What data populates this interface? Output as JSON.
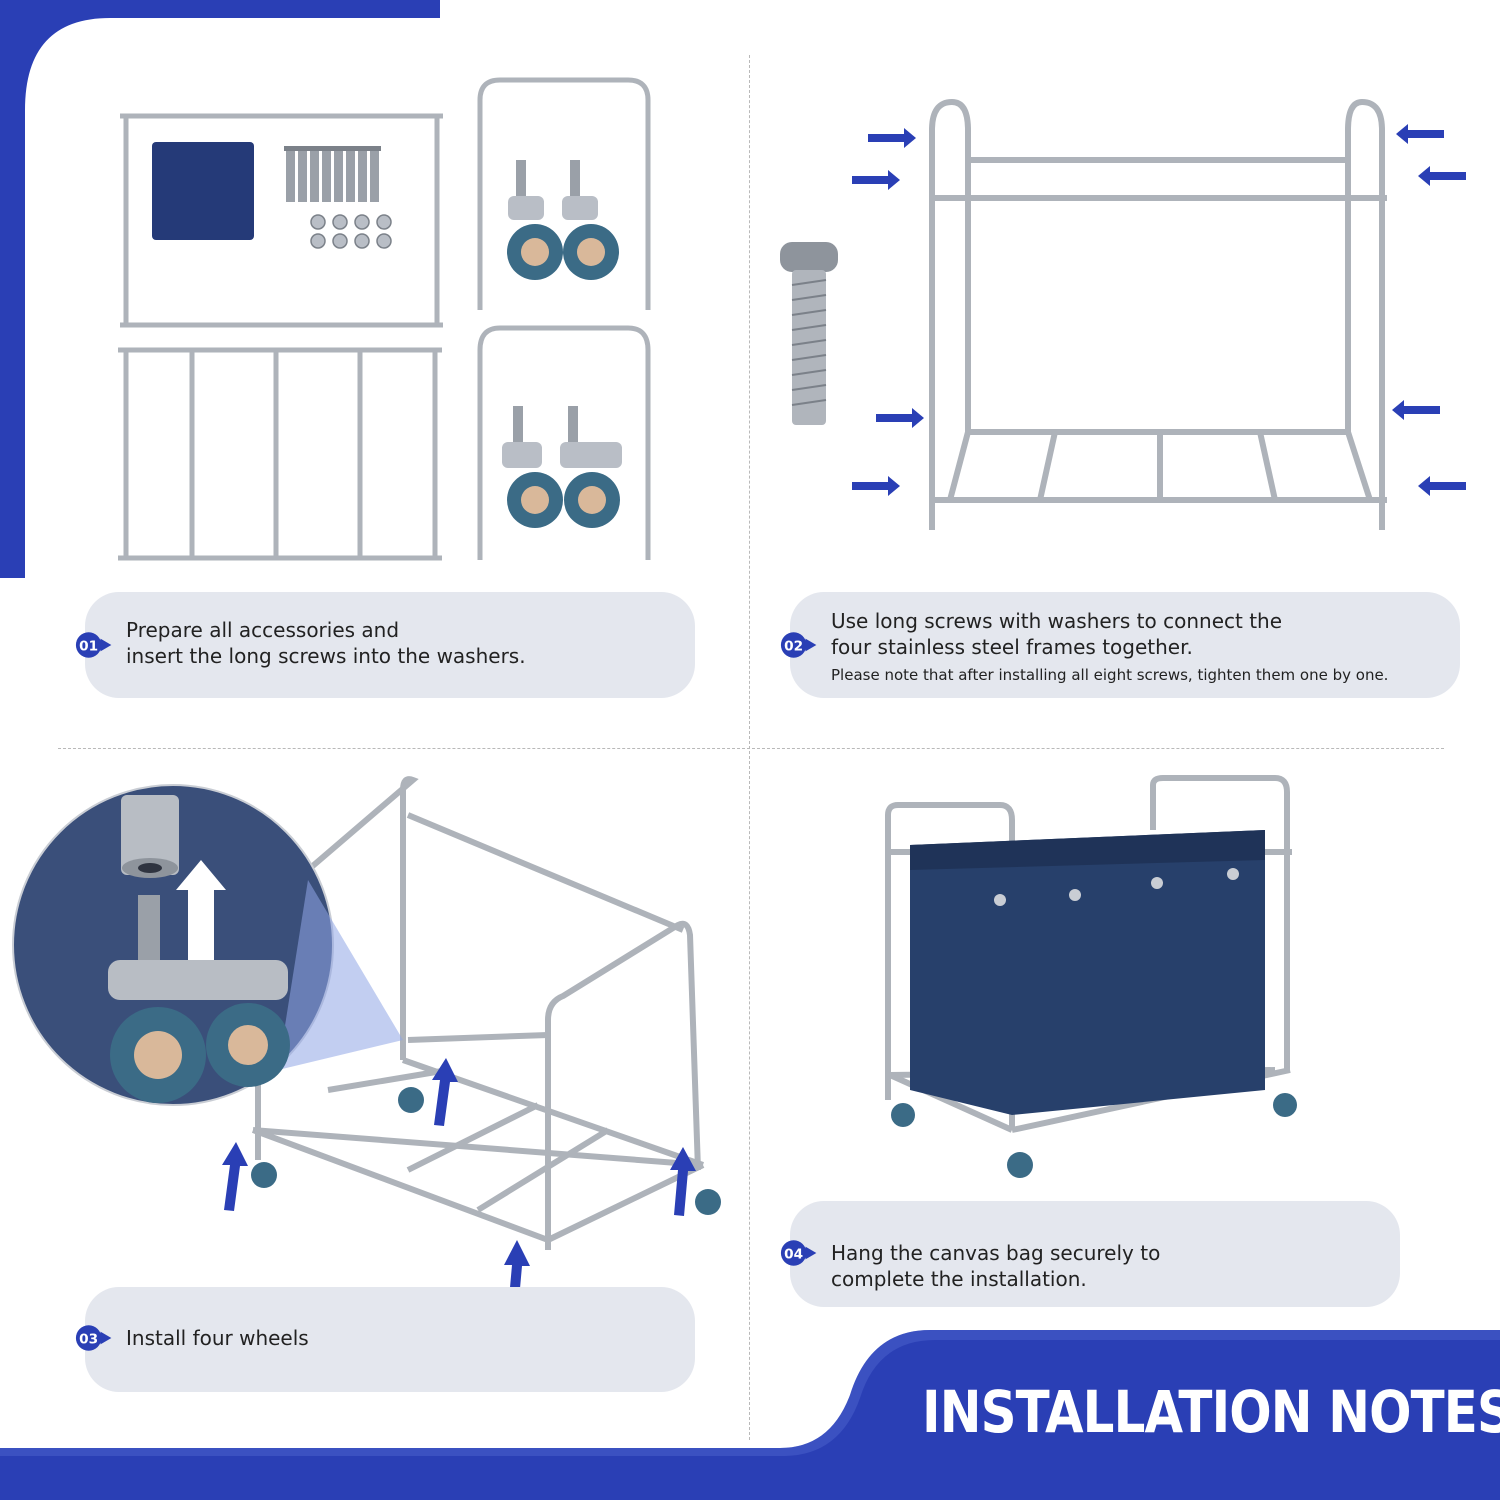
{
  "page": {
    "title": "INSTALLATION NOTES",
    "colors": {
      "brand_blue": "#2a3fb5",
      "card_gray": "#e4e7ee",
      "canvas_navy": "#27406b",
      "steel": "#b9bec6"
    }
  },
  "steps": [
    {
      "number": "01",
      "lines": [
        "Prepare all accessories and",
        "insert the long screws into the washers."
      ],
      "note": ""
    },
    {
      "number": "02",
      "lines": [
        "Use long screws with washers to connect the",
        "four stainless steel frames together."
      ],
      "note": "Please note that after installing all eight screws, tighten them one by one."
    },
    {
      "number": "03",
      "lines": [
        "Install four wheels"
      ],
      "note": ""
    },
    {
      "number": "04",
      "lines": [
        "Hang the canvas bag securely to",
        "complete the installation."
      ],
      "note": ""
    }
  ],
  "icons": {
    "step_badge": "numbered-arrow-badge",
    "direction": "blue-arrow-icon",
    "up": "white-up-arrow-icon"
  }
}
